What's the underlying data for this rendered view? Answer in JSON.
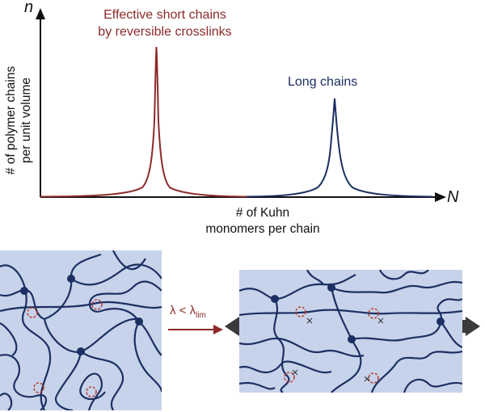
{
  "plot": {
    "y_axis_symbol": "n",
    "x_axis_symbol": "N",
    "y_label_line1": "# of polymer chains",
    "y_label_line2": "per unit volume",
    "x_label_line1": "# of Kuhn",
    "x_label_line2": "monomers per chain",
    "peak_short": {
      "label_line1": "Effective short chains",
      "label_line2": "by reversible crosslinks",
      "color": "#8c2a2a"
    },
    "peak_long": {
      "label": "Long chains",
      "color": "#1c2f62"
    }
  },
  "transition": {
    "lambda_text": "λ < λ",
    "lambda_sub": "lim",
    "arrow_color": "#8c2a2a"
  },
  "network": {
    "background": "#c6d3ea",
    "chain_color": "#1c2f62",
    "crosslink_color": "#c0392b"
  }
}
